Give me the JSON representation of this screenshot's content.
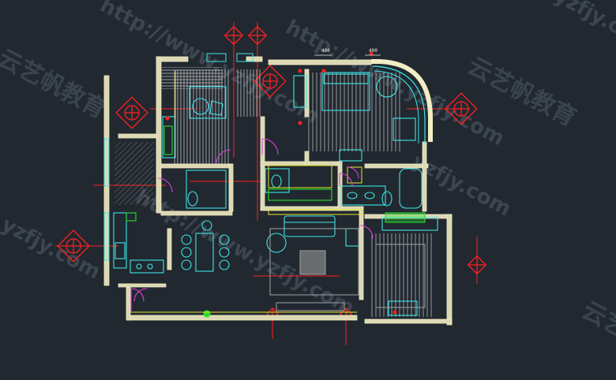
{
  "drawing": {
    "background": "#212830",
    "colors": {
      "wall": "#f2edc4",
      "wall_fill": "#dcd8b4",
      "hatch": "#bfbfbf",
      "furniture": "#3ce6e6",
      "fixture": "#2ec8ff",
      "door": "#e040e0",
      "marker": "#ff2020",
      "green": "#28e028",
      "yellow": "#e6e628",
      "grey": "#9a9a9a"
    },
    "dimensions": [
      "400",
      "400"
    ],
    "watermarks": {
      "url_text": "http://www.yzfjy.com",
      "url_short": "yzfjy.com",
      "brand_cn": "云艺帆教育"
    }
  }
}
